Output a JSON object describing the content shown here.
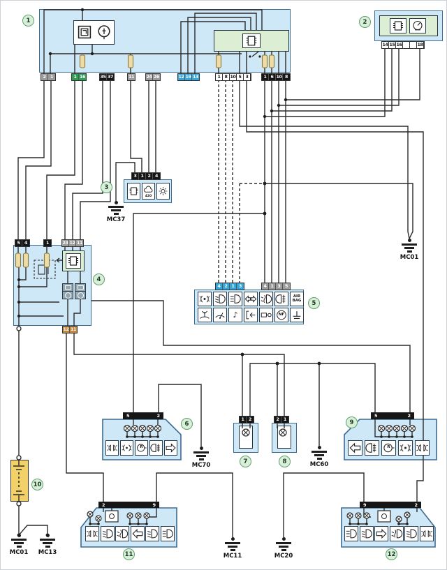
{
  "palette": {
    "box_fill": "#cfe8f7",
    "box_border": "#3d6a8f",
    "module_green": "#dcefd5",
    "label_circle_fill": "#daefda",
    "label_circle_border": "#5fa06b",
    "wire": "#2b2b2b",
    "fuse_fill": "#eedca6",
    "battery_fill": "#f2d169",
    "pin_gray": "#9c9c9c",
    "pin_green": "#2f9e54",
    "pin_black": "#161616",
    "pin_blue": "#33a7dc",
    "pin_orange": "#c4863e"
  },
  "labels": {
    "c1": "1",
    "c2": "2",
    "c3": "3",
    "c4": "4",
    "c5": "5",
    "c6": "6",
    "c7": "7",
    "c8": "8",
    "c9": "9",
    "c10": "10",
    "c11": "11",
    "c12": "12"
  },
  "grounds": {
    "mc37": "MC37",
    "mc70": "MC70",
    "mc60": "MC60",
    "mc11": "MC11",
    "mc20": "MC20",
    "mc01r": "MC01",
    "mc01": "MC01",
    "mc13": "MC13"
  },
  "connectors": {
    "b1_gray2": {
      "labels": [
        "2",
        "1"
      ],
      "color": "gray"
    },
    "b1_green": {
      "labels": [
        "1",
        "16"
      ],
      "color": "green"
    },
    "b1_black35": {
      "labels": [
        "35",
        "37"
      ],
      "color": "black"
    },
    "b1_gray11": {
      "labels": [
        "11"
      ],
      "color": "gray"
    },
    "b1_gray24": {
      "labels": [
        "24",
        "26"
      ],
      "color": "gray"
    },
    "b1_blue": {
      "labels": [
        "12",
        "19",
        "13"
      ],
      "color": "blue"
    },
    "b1_white": {
      "labels": [
        "1",
        "8",
        "10",
        "5",
        "3"
      ],
      "color": "white"
    },
    "b1_black4": {
      "labels": [
        "1",
        "6",
        "10",
        "8"
      ],
      "color": "black"
    },
    "b2_main": {
      "labels": [
        "14",
        "15",
        "16"
      ],
      "color": "white"
    },
    "b2_blank": {
      "labels": [
        "",
        ""
      ],
      "color": "white"
    },
    "b2_18": {
      "labels": [
        "18"
      ],
      "color": "white"
    },
    "b3": {
      "labels": [
        "3",
        "1",
        "2",
        "4"
      ],
      "color": "black"
    },
    "b4_black54": {
      "labels": [
        "5",
        "4"
      ],
      "color": "black"
    },
    "b4_black1": {
      "labels": [
        "1"
      ],
      "color": "black"
    },
    "b4_gray": {
      "labels": [
        "23",
        "12",
        "11"
      ],
      "color": "gray"
    },
    "b4_orange": {
      "labels": [
        "12",
        "11"
      ],
      "color": "orange"
    },
    "b5_blue": {
      "labels": [
        "4",
        "2",
        "1",
        "3"
      ],
      "color": "blue"
    },
    "b5_gray": {
      "labels": [
        "4",
        "1",
        "3",
        "5"
      ],
      "color": "gray"
    },
    "b6": {
      "labels": [
        "5",
        "2"
      ]
    },
    "b7": {
      "labels": [
        "1",
        "2"
      ],
      "color": "black"
    },
    "b8": {
      "labels": [
        "2",
        "1"
      ],
      "color": "black"
    },
    "b9": {
      "labels": [
        "5",
        "2"
      ]
    },
    "b11": {
      "labels": [
        "2",
        "9"
      ]
    },
    "b12": {
      "labels": [
        "9",
        "2"
      ]
    }
  },
  "icons": {
    "b1_pair": [
      "ignition-switch",
      "key-switch"
    ],
    "b1_module": [
      "chip"
    ],
    "b2": [
      "chip",
      "gauge"
    ],
    "b3": [
      "chip",
      "outside-temp",
      "brightness"
    ],
    "b4_module": [
      "chip"
    ],
    "b5_row1": [
      "position-light",
      "low-beam",
      "high-beam",
      "turn-signals",
      "front-fog",
      "rear-fog",
      "airbag"
    ],
    "b5_row2": [
      "washer",
      "wiper",
      "chime",
      "door-open",
      "trailer-light",
      "nf-indicator",
      "seat"
    ],
    "b6": [
      "park-light",
      "position-light",
      "lamp-r",
      "rear-fog",
      "turn-right"
    ],
    "b9": [
      "turn-left",
      "rear-fog",
      "lamp-r",
      "position-light",
      "park-light"
    ],
    "b11": [
      "park-light",
      "low-beam",
      "front-fog",
      "turn-left",
      "low-beam",
      "high-beam"
    ],
    "b12": [
      "high-beam",
      "low-beam",
      "turn-right",
      "front-fog",
      "low-beam",
      "park-light"
    ]
  },
  "icon_texts": {
    "airbag": "AIR\nBAG",
    "nf-indicator": "NF",
    "lamp-r": "R",
    "outside-temp": "420",
    "chime": "♪"
  }
}
